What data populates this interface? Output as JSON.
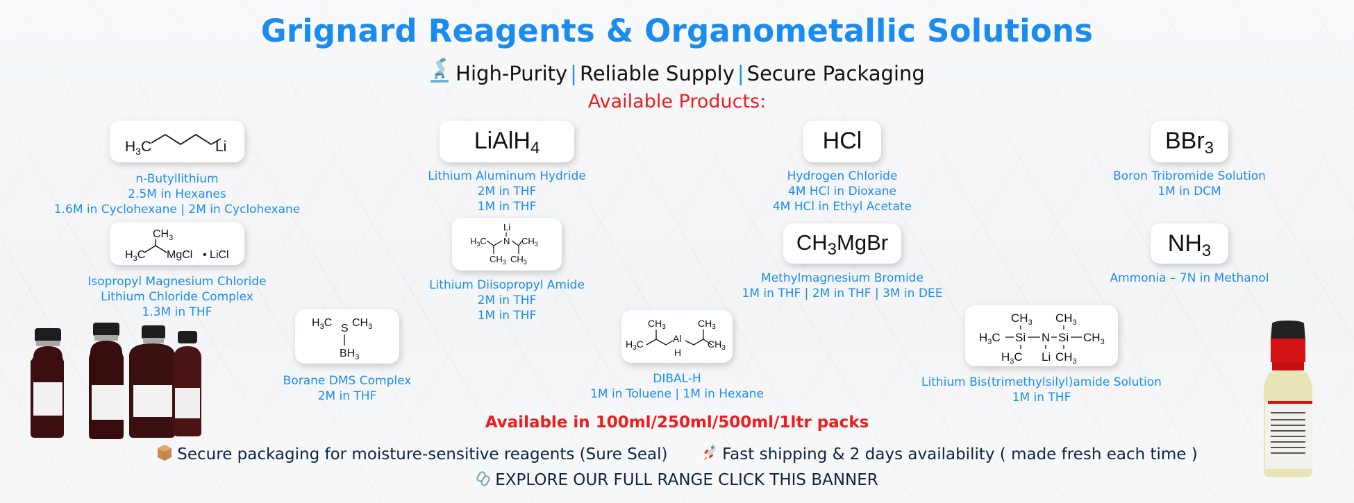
{
  "banner": {
    "title": "Grignard Reagents & Organometallic Solutions",
    "tagline": {
      "icon": "microscope-icon",
      "items": [
        "High-Purity",
        "Reliable Supply",
        "Secure Packaging"
      ],
      "separator": "|"
    },
    "available_heading": "Available Products:",
    "colors": {
      "title_blue": "#1a8cf0",
      "heading_red": "#ee1c1c",
      "dark_text": "#0f2440"
    }
  },
  "products": [
    {
      "formula": "H3C-CH2-CH2-CH2-Li",
      "name": "n-Butyllithium",
      "lines": [
        "2.5M in Hexanes",
        "1.6M in Cyclohexane | 2M in Cyclohexane"
      ]
    },
    {
      "formula_main": "LiAlH",
      "formula_sub": "4",
      "name": "Lithium Aluminum Hydride",
      "lines": [
        "2M in THF",
        "1M in THF"
      ]
    },
    {
      "formula_main": "HCl",
      "name": "Hydrogen Chloride",
      "lines": [
        "4M HCl in Dioxane",
        "4M HCl in Ethyl Acetate"
      ]
    },
    {
      "formula_main": "BBr",
      "formula_sub": "3",
      "name": "Boron Tribromide Solution",
      "lines": [
        "1M in DCM"
      ]
    },
    {
      "formula": "(CH3)2CH-MgCl • LiCl",
      "name": "Isopropyl Magnesium Chloride",
      "lines": [
        "Lithium Chloride Complex",
        "1.3M in THF"
      ]
    },
    {
      "formula": "LiN(iPr)2",
      "name": "Lithium Diisopropyl Amide",
      "lines": [
        "2M in THF",
        "1M in THF"
      ]
    },
    {
      "formula_pre": "CH",
      "formula_sub": "3",
      "formula_post": "MgBr",
      "name": "Methylmagnesium Bromide",
      "lines": [
        "1M in THF | 2M in THF | 3M in DEE"
      ]
    },
    {
      "formula_main": "NH",
      "formula_sub": "3",
      "name": "Ammonia – 7N in Methanol",
      "lines": []
    },
    {
      "formula": "(CH3)2S-BH3",
      "name": "Borane DMS Complex",
      "lines": [
        "2M in THF"
      ]
    },
    {
      "formula": "(iBu)2AlH",
      "name": "DIBAL-H",
      "lines": [
        "1M in Toluene | 1M in Hexane"
      ]
    },
    {
      "formula": "LiN(Si(CH3)3)2",
      "name": "Lithium Bis(trimethylsilyl)amide Solution",
      "lines": [
        "1M in THF"
      ]
    }
  ],
  "footer": {
    "pack_sizes": "Available in 100ml/250ml/500ml/1ltr packs",
    "features": [
      {
        "icon": "package-icon",
        "text": "Secure packaging for moisture-sensitive reagents (Sure Seal)"
      },
      {
        "icon": "rocket-icon",
        "text": "Fast shipping & 2 days availability ( made fresh each time )"
      }
    ],
    "cta": {
      "icon": "link-icon",
      "text": "EXPLORE OUR FULL RANGE CLICK THIS BANNER"
    }
  },
  "images": {
    "left": "amber-reagent-bottles-group",
    "right": "red-cap-reagent-bottle"
  }
}
